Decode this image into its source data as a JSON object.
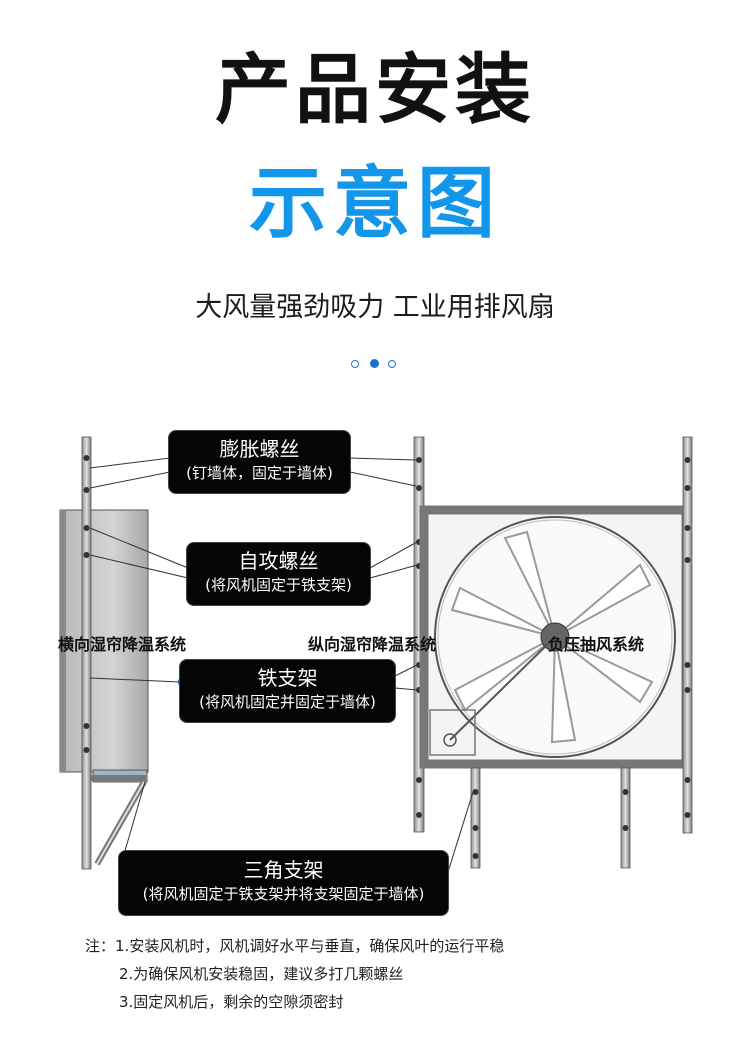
{
  "header": {
    "title_line1": "产品安装",
    "title_line2": "示意图",
    "subtitle": "大风量强劲吸力 工业用排风扇"
  },
  "colors": {
    "title_black": "#111111",
    "title_blue": "#1296ea",
    "dot_blue": "#1e6fcf",
    "callout_bg": "#050505"
  },
  "callouts": {
    "expansion_screw": {
      "title": "膨胀螺丝",
      "desc": "(钉墙体，固定于墙体)"
    },
    "tapping_screw": {
      "title": "自攻螺丝",
      "desc": "(将风机固定于铁支架)"
    },
    "iron_bracket": {
      "title": "铁支架",
      "desc": "(将风机固定并固定于墙体)"
    },
    "triangle_bracket": {
      "title": "三角支架",
      "desc": "(将风机固定于铁支架并将支架固定于墙体)"
    }
  },
  "systems": {
    "horizontal": "横向湿帘降温系统",
    "vertical": "纵向湿帘降温系统",
    "negative": "负压抽风系统"
  },
  "notes": {
    "prefix": "注：",
    "items": [
      "1.安装风机时，风机调好水平与垂直，确保风叶的运行平稳",
      "2.为确保风机安装稳固，建议多打几颗螺丝",
      "3.固定风机后，剩余的空隙须密封"
    ]
  }
}
